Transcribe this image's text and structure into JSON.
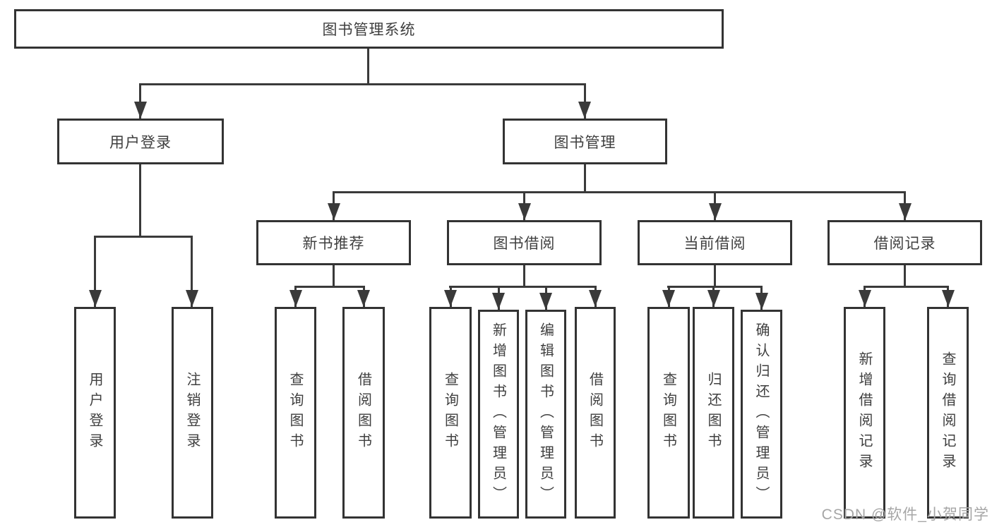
{
  "diagram_type": "tree",
  "title": "图书管理系统",
  "tree": {
    "label": "图书管理系统",
    "children": [
      {
        "label": "用户登录",
        "children": [
          {
            "label": "用户登录"
          },
          {
            "label": "注销登录"
          }
        ]
      },
      {
        "label": "图书管理",
        "children": [
          {
            "label": "新书推荐",
            "children": [
              {
                "label": "查询图书"
              },
              {
                "label": "借阅图书"
              }
            ]
          },
          {
            "label": "图书借阅",
            "children": [
              {
                "label": "查询图书"
              },
              {
                "label": "新增图书（管理员）"
              },
              {
                "label": "编辑图书（管理员）"
              },
              {
                "label": "借阅图书"
              }
            ]
          },
          {
            "label": "当前借阅",
            "children": [
              {
                "label": "查询图书"
              },
              {
                "label": "归还图书"
              },
              {
                "label": "确认归还（管理员）"
              }
            ]
          },
          {
            "label": "借阅记录",
            "children": [
              {
                "label": "新增借阅记录"
              },
              {
                "label": "查询借阅记录"
              }
            ]
          }
        ]
      }
    ]
  },
  "watermark": {
    "text": "CSDN @软件_小贺同学"
  },
  "colors": {
    "background": "#ffffff",
    "box_border": "#333333",
    "line": "#3a3a3a",
    "text": "#3f3f3f",
    "watermark": "#a6a6a6"
  }
}
